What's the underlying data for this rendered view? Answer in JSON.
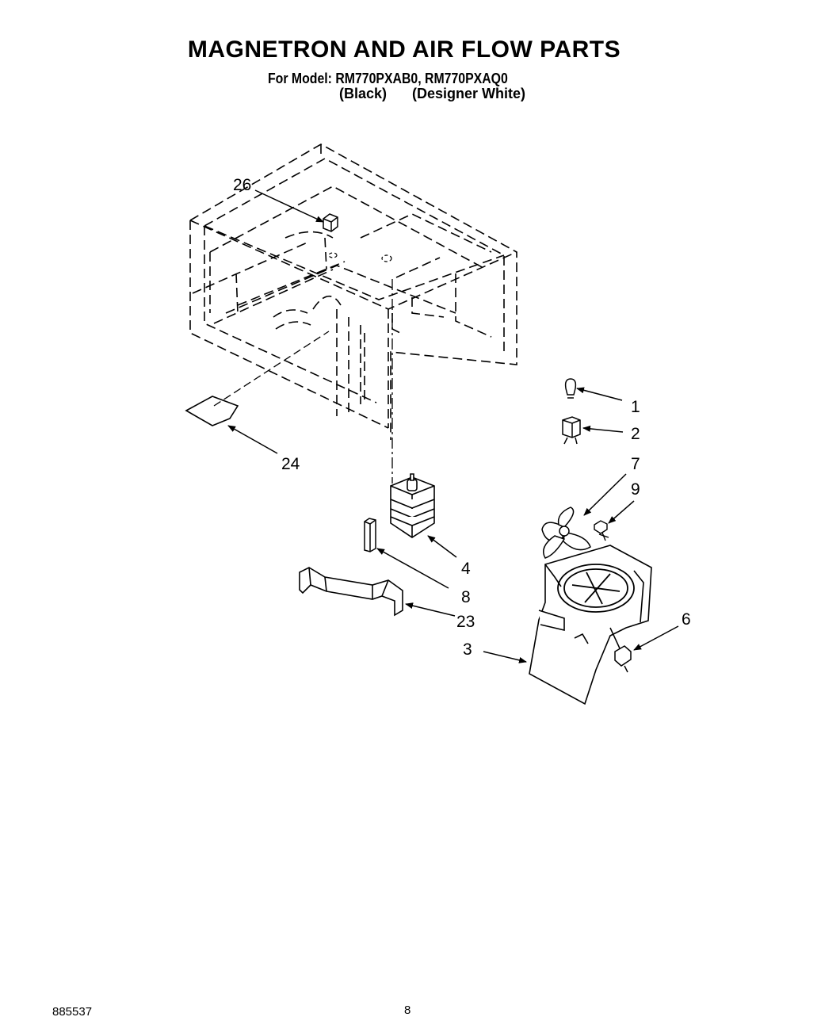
{
  "header": {
    "title": "MAGNETRON AND AIR FLOW PARTS",
    "model_line": "For Model: RM770PXAB0, RM770PXAQ0",
    "color_black": "(Black)",
    "color_white": "(Designer White)"
  },
  "callouts": {
    "c1": "1",
    "c2": "2",
    "c3": "3",
    "c4": "4",
    "c6": "6",
    "c7": "7",
    "c8": "8",
    "c9": "9",
    "c23": "23",
    "c24": "24",
    "c26": "26"
  },
  "footer": {
    "doc_number": "885537",
    "page_number": "8"
  }
}
